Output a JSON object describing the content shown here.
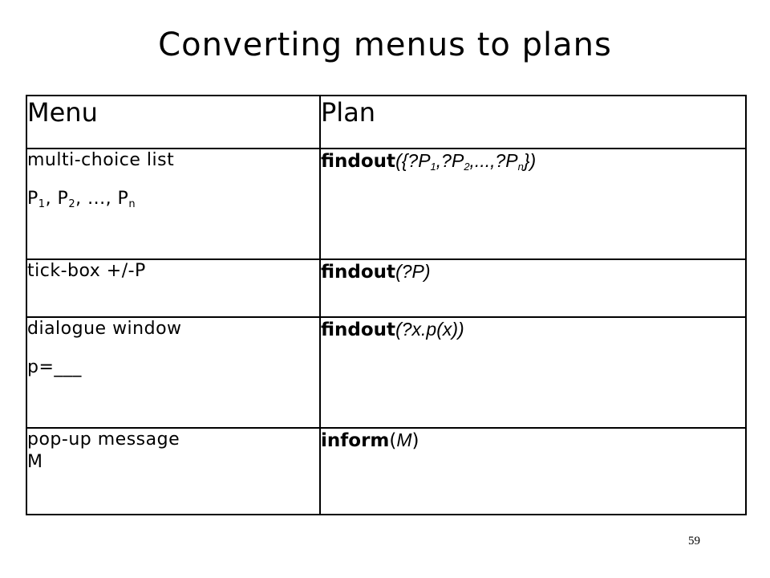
{
  "slide": {
    "title": "Converting menus to plans",
    "page_number": "59"
  },
  "table": {
    "headers": [
      "Menu",
      "Plan"
    ],
    "rows": [
      {
        "menu_line1": "multi-choice list",
        "menu_line2": {
          "p": "P",
          "s1": "1",
          "mid1": ", P",
          "s2": "2",
          "mid2": ", ..., P",
          "sn": "n"
        },
        "plan": {
          "verb": "findout",
          "open": "({?",
          "p1": "P",
          "s1": "1",
          "sep1": ",?",
          "p2": "P",
          "s2": "2",
          "sep2": ",...,?",
          "pn": "P",
          "sn": "n",
          "close": "})"
        }
      },
      {
        "menu_line1": "tick-box +/-P",
        "plan": {
          "verb": "findout",
          "open": "(?",
          "arg": "P)"
        }
      },
      {
        "menu_line1": "dialogue window",
        "menu_line2": "p=___",
        "plan": {
          "verb": "findout",
          "open": "(?",
          "arg": "x.p(x)",
          "close": ")"
        }
      },
      {
        "menu_line1": "pop-up message",
        "menu_line2": "M",
        "plan": {
          "verb": "inform",
          "open": "(",
          "arg": "M",
          "close": ")"
        }
      }
    ]
  }
}
